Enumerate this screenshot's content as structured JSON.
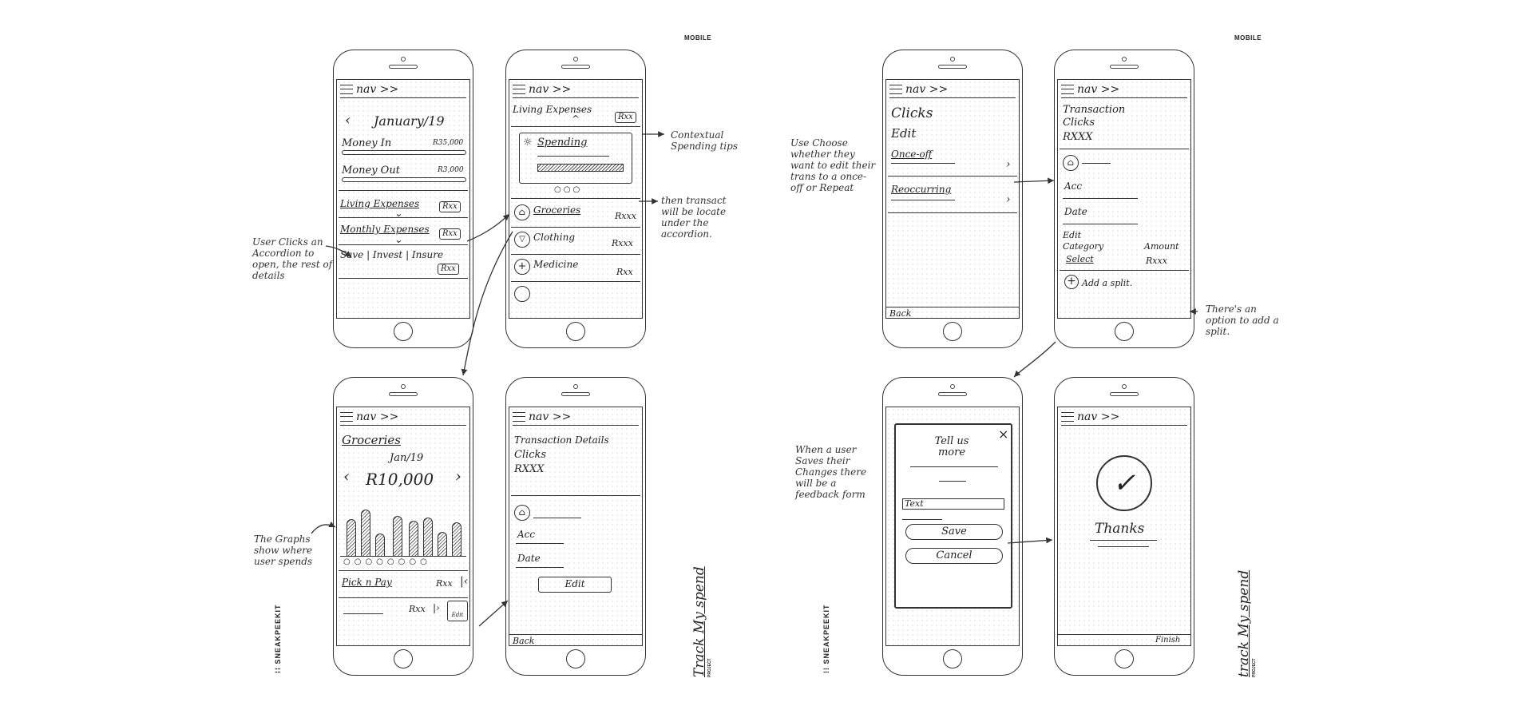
{
  "sheet_left": {
    "header": "MOBILE",
    "brand": "SNEAKPEEKIT",
    "project_title": "Track My spend",
    "project_label": "PROJECT"
  },
  "sheet_right": {
    "header": "MOBILE",
    "brand": "SNEAKPEEKIT",
    "project_title": "track My spend",
    "project_label": "PROJECT"
  },
  "nav_label": "nav >>",
  "screen1": {
    "month": "January/19",
    "money_in": "Money In",
    "money_in_amount": "R35,000",
    "money_out": "Money Out",
    "money_out_amount": "R3,000",
    "accordions": [
      {
        "label": "Living Expenses",
        "amount": "Rxx"
      },
      {
        "label": "Monthly Expenses",
        "amount": "Rxx"
      },
      {
        "label": "Save | Invest | Insure",
        "amount": "Rxx"
      }
    ]
  },
  "screen2": {
    "section": "Living Expenses",
    "section_amount": "Rxx",
    "tip_title": "Spending",
    "items": [
      {
        "label": "Groceries",
        "amount": "Rxxx"
      },
      {
        "label": "Clothing",
        "amount": "Rxxx"
      },
      {
        "label": "Medicine",
        "amount": "Rxx"
      }
    ]
  },
  "screen3": {
    "title": "Groceries",
    "month": "Jan/19",
    "total": "R10,000",
    "rows": [
      {
        "label": "Pick n Pay",
        "amount": "Rxx"
      },
      {
        "label": "",
        "amount": "Rxx"
      }
    ],
    "edit_label": "Edit"
  },
  "screen4": {
    "title": "Transaction Details",
    "merchant": "Clicks",
    "amount": "RXXX",
    "acc": "Acc",
    "date": "Date",
    "edit_button": "Edit",
    "back": "Back"
  },
  "screen5": {
    "merchant": "Clicks",
    "edit": "Edit",
    "option1": "Once-off",
    "option2": "Reoccurring",
    "back": "Back"
  },
  "screen6": {
    "title": "Transaction",
    "merchant": "Clicks",
    "amount": "RXXX",
    "acc": "Acc",
    "date": "Date",
    "edit": "Edit",
    "category_label": "Category",
    "amount_label": "Amount",
    "category_value": "Select",
    "amount_value": "Rxxx",
    "add_split": "Add a split."
  },
  "screen7": {
    "modal_title": "Tell us more",
    "close": "×",
    "text_field": "Text",
    "save": "Save",
    "cancel": "Cancel"
  },
  "screen8": {
    "thanks": "Thanks",
    "finish": "Finish"
  },
  "notes": {
    "accordion": "User Clicks an Accordion to open, the rest of details",
    "tips": "Contextual Spending tips",
    "transact": "then transact will be locate under the accordion.",
    "graphs": "The Graphs show where user spends",
    "choose": "Use Choose whether they want to edit their trans to a once-off or Repeat",
    "split": "There's an option to add a split.",
    "feedback": "When a user Saves their Changes there will be a feedback form"
  }
}
